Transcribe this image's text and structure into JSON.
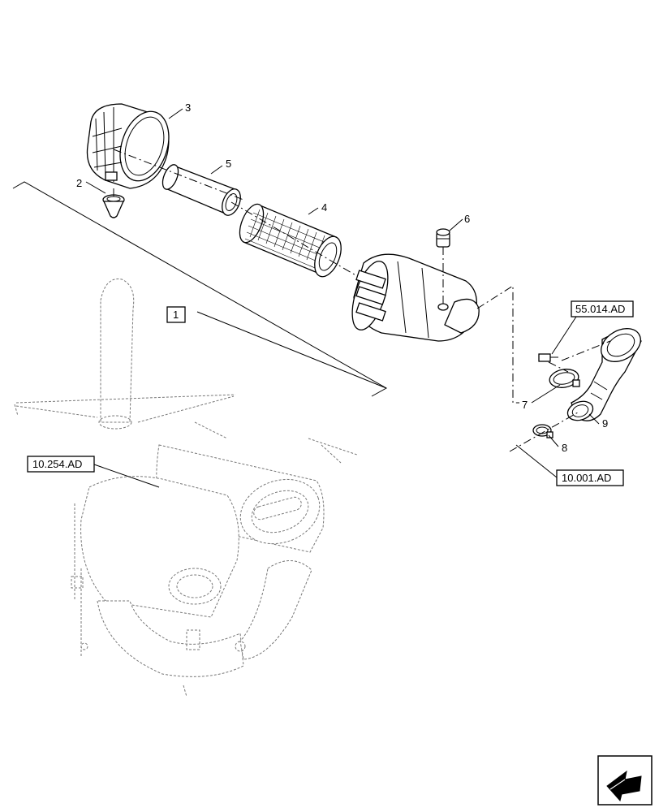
{
  "callouts": {
    "c1": "1",
    "c2": "2",
    "c3": "3",
    "c4": "4",
    "c5": "5",
    "c6": "6",
    "c7": "7",
    "c8": "8",
    "c9": "9"
  },
  "references": {
    "r_55014": "55.014.AD",
    "r_10254": "10.254.AD",
    "r_10001": "10.001.AD"
  },
  "nav_icon": "next-page-arrow-icon"
}
